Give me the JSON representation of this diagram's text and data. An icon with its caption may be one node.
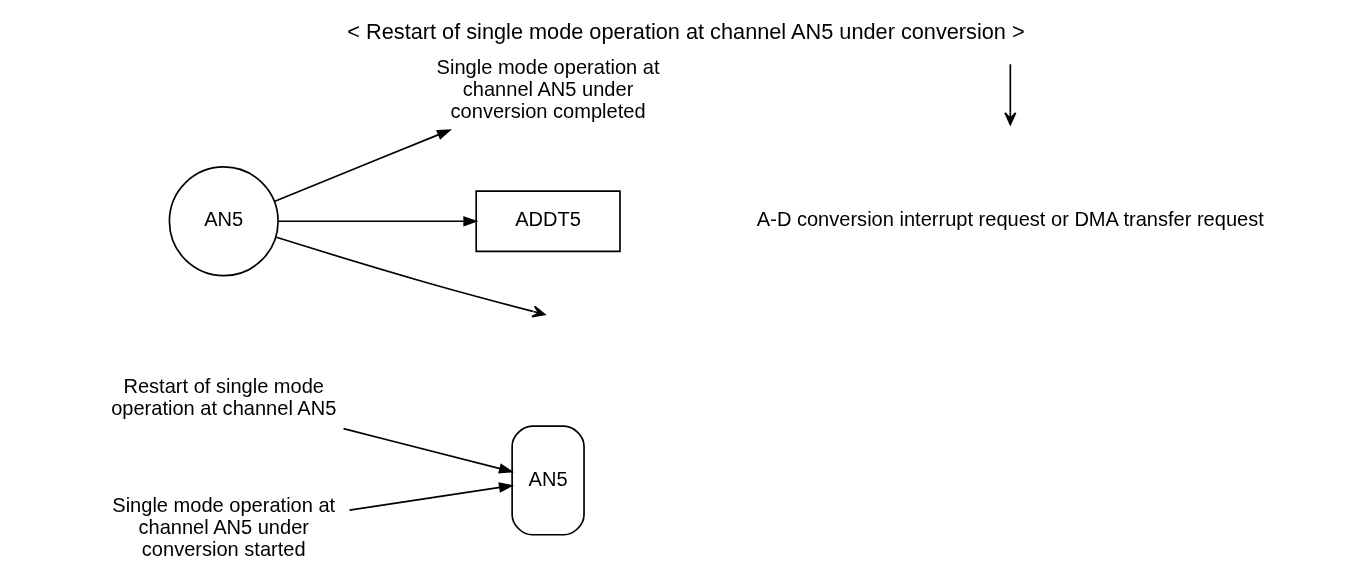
{
  "diagram": {
    "title": "< Restart of single mode operation at channel AN5 under conversion >",
    "nodes": [
      {
        "text": [
          "Restart of single mode operation at channel AN5"
        ]
      },
      {
        "text": [
          "Single mode operation at channel AN5 under conversion started"
        ]
      },
      {
        "text": [
          "AN5"
        ]
      },
      {
        "text": [
          "AN5"
        ]
      },
      {
        "text": [
          "Single mode operation at channel AN5 under conversion completed"
        ]
      },
      {
        "text": [
          "ADDT5"
        ]
      }
    ],
    "edges": [
      {
        "from": 0,
        "to": 2,
        "arrow": "to"
      },
      {
        "from": 1,
        "to": 2,
        "arrow": "to"
      },
      {
        "from": 3,
        "to": 4,
        "arrow": "to"
      },
      {
        "from": 3,
        "to": 5,
        "arrow": "to"
      },
      {
        "from": 3,
        "to": null,
        "arrow": "to"
      }
    ],
    "legend": [
      {
        "text": "A-D conversion interrupt request or DMA transfer request"
      }
    ]
  }
}
